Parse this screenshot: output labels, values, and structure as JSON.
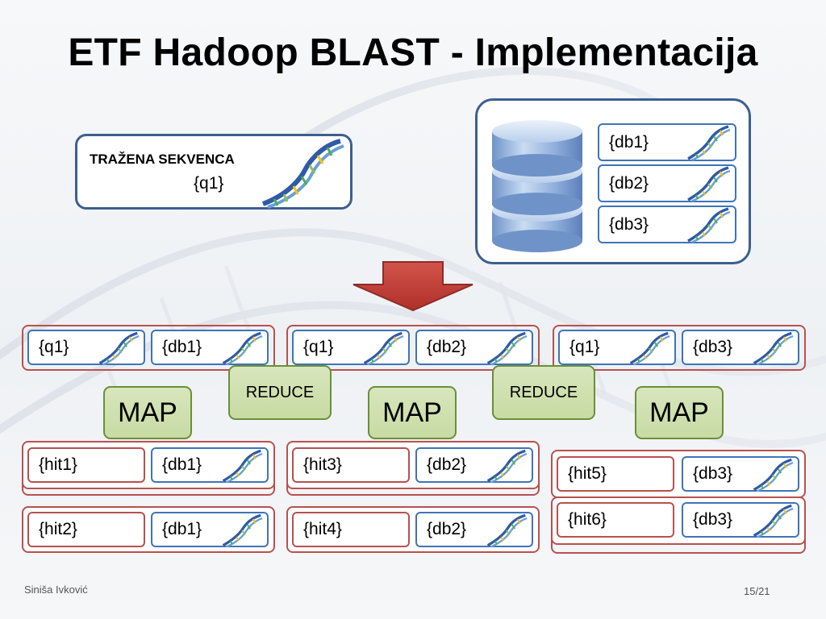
{
  "slide": {
    "title": "ETF Hadoop BLAST - Implementacija",
    "footer_author": "Siniša Ivković",
    "footer_page": "15/21"
  },
  "query": {
    "label": "TRAŽENA SEKVENCA",
    "value": "{q1}"
  },
  "database": {
    "segments": [
      "{db1}",
      "{db2}",
      "{db3}"
    ]
  },
  "map_stage": {
    "pairs": [
      {
        "query": "{q1}",
        "db": "{db1}"
      },
      {
        "query": "{q1}",
        "db": "{db2}"
      },
      {
        "query": "{q1}",
        "db": "{db3}"
      }
    ],
    "map_labels": [
      "MAP",
      "MAP",
      "MAP"
    ],
    "reduce_labels": [
      "REDUCE",
      "REDUCE"
    ]
  },
  "results": {
    "col1": [
      {
        "hit": "{hit1}",
        "db": "{db1}"
      },
      {
        "hit": "{hit2}",
        "db": "{db1}"
      }
    ],
    "col2": [
      {
        "hit": "{hit3}",
        "db": "{db2}"
      },
      {
        "hit": "{hit4}",
        "db": "{db2}"
      }
    ],
    "col3": [
      {
        "hit": "{hit5}",
        "db": "{db3}"
      },
      {
        "hit": "{hit6}",
        "db": "{db3}"
      }
    ]
  },
  "colors": {
    "blue_border": "#3f74b8",
    "red_border": "#b95050",
    "green_fill": "#c7dba3",
    "arrow": "#c0392b"
  },
  "icons": [
    "dna-helix-icon",
    "database-icon",
    "down-arrow-icon"
  ]
}
